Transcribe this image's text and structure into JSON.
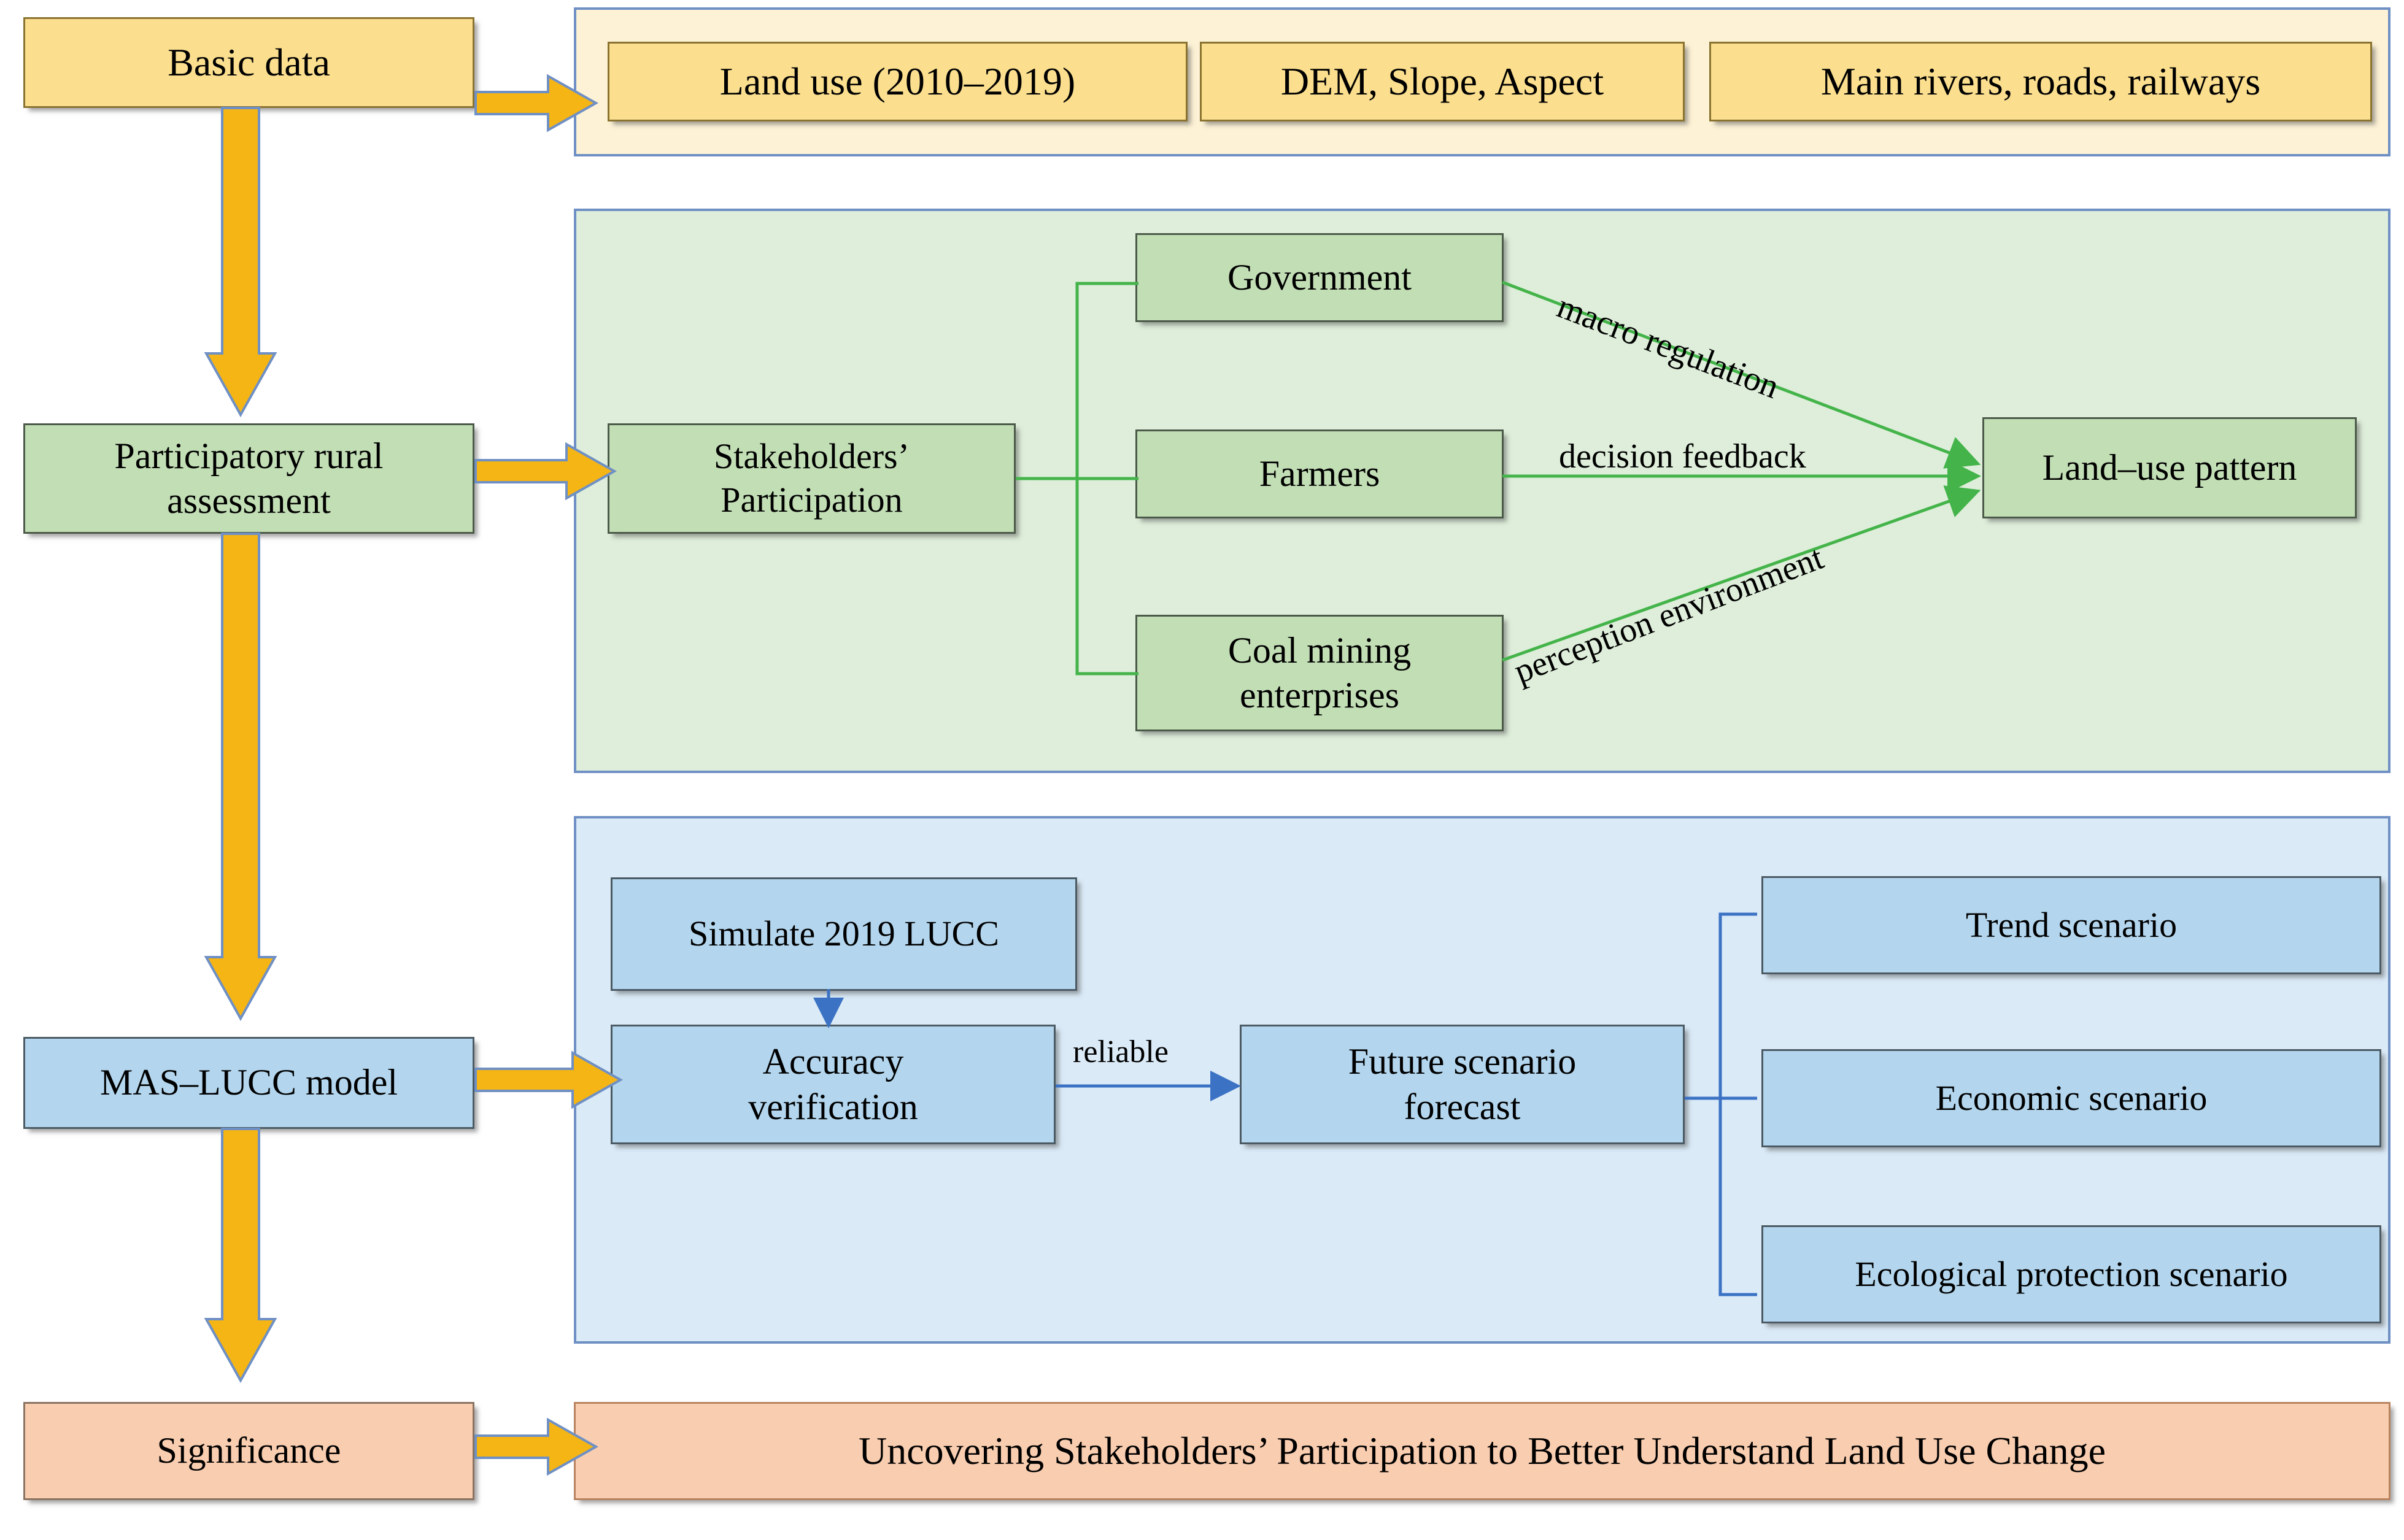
{
  "diagram": {
    "title": "Research framework flowchart",
    "colors": {
      "yellow_panel_bg": "#fdf2d5",
      "yellow_box_bg": "#fbdf8f",
      "green_panel_bg": "#deeeda",
      "green_box_bg": "#c2deb5",
      "blue_panel_bg": "#daeaf7",
      "blue_box_bg": "#b3d6ee",
      "orange_box_bg": "#f9cdb0",
      "panel_border": "#6f90c4",
      "arrow_yellow": "#f5b515",
      "green_connector": "#44b44a",
      "blue_connector": "#3b72c4"
    }
  },
  "spine": {
    "basic_data": "Basic data",
    "participatory": "Participatory rural\nassessment",
    "participatory_line1": "Participatory rural",
    "participatory_line2": "assessment",
    "mas_lucc": "MAS–LUCC model",
    "significance": "Significance"
  },
  "row_data": {
    "items": [
      {
        "label": "Land use (2010–2019)"
      },
      {
        "label": "DEM, Slope, Aspect"
      },
      {
        "label": "Main rivers, roads, railways"
      }
    ]
  },
  "row_stakeholders": {
    "hub_line1": "Stakeholders’",
    "hub_line2": "Participation",
    "actors": [
      {
        "label": "Government"
      },
      {
        "label": "Farmers"
      },
      {
        "label_line1": "Coal mining",
        "label_line2": "enterprises"
      }
    ],
    "outcome": "Land–use pattern",
    "edges": [
      {
        "label": "macro regulation"
      },
      {
        "label": "decision feedback"
      },
      {
        "label": "perception environment"
      }
    ]
  },
  "row_model": {
    "simulate": "Simulate 2019 LUCC",
    "accuracy_line1": "Accuracy",
    "accuracy_line2": "verification",
    "reliable_label": "reliable",
    "forecast_line1": "Future scenario",
    "forecast_line2": "forecast",
    "scenarios": [
      {
        "label": "Trend scenario"
      },
      {
        "label": "Economic scenario"
      },
      {
        "label": "Ecological protection scenario"
      }
    ]
  },
  "row_significance": {
    "statement": "Uncovering Stakeholders’ Participation to Better Understand Land Use Change"
  }
}
